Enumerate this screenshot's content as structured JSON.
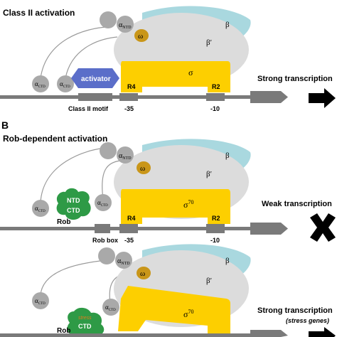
{
  "colors": {
    "background": "#ffffff",
    "dna": "#7a7a7a",
    "dna_arrow": "#7a7a7a",
    "polymerase_core": "#dcdcdc",
    "beta_subunit": "#a9d8df",
    "sigma": "#fdcf00",
    "omega": "#c99619",
    "alpha": "#a9a9a9",
    "activator": "#5b6ec9",
    "rob": "#2e9a46",
    "rob_text": "#ffffff",
    "stress_text": "#e07b1c",
    "text": "#000000"
  },
  "panel_a": {
    "title": "Class II activation",
    "alpha_ntd_label": "α",
    "alpha_ntd_sub": "NTD",
    "alpha_ctd_label": "α",
    "alpha_ctd_sub": "CTD",
    "omega": "ω",
    "beta": "β",
    "beta_prime": "β′",
    "sigma": "σ",
    "activator": "activator",
    "r4": "R4",
    "r2": "R2",
    "motif": "Class II motif",
    "minus35": "-35",
    "minus10": "-10",
    "outcome": "Strong transcription",
    "outcome_icon": "right-arrow-icon"
  },
  "panel_b": {
    "letter": "B",
    "title": "Rob-dependent activation",
    "alpha_ntd_label": "α",
    "alpha_ntd_sub": "NTD",
    "alpha_ctd_label": "α",
    "alpha_ctd_sub": "CTD",
    "omega": "ω",
    "beta": "β",
    "beta_prime": "β′",
    "sigma": "σ",
    "sigma_sup": "70",
    "rob_ntd": "NTD",
    "rob_ctd": "CTD",
    "rob": "Rob",
    "rob_box": "Rob box",
    "r4": "R4",
    "r2": "R2",
    "minus35": "-35",
    "minus10": "-10",
    "outcome": "Weak transcription",
    "outcome_icon": "cross-icon"
  },
  "panel_c": {
    "alpha_ntd_label": "α",
    "alpha_ntd_sub": "NTD",
    "alpha_ctd_label": "α",
    "alpha_ctd_sub": "CTD",
    "omega": "ω",
    "beta": "β",
    "beta_prime": "β′",
    "sigma": "σ",
    "sigma_sup": "70",
    "stress": "stress",
    "rob_ctd": "CTD",
    "rob": "Rob",
    "outcome": "Strong transcription",
    "outcome_note": "(stress genes)",
    "outcome_icon": "right-arrow-icon"
  }
}
